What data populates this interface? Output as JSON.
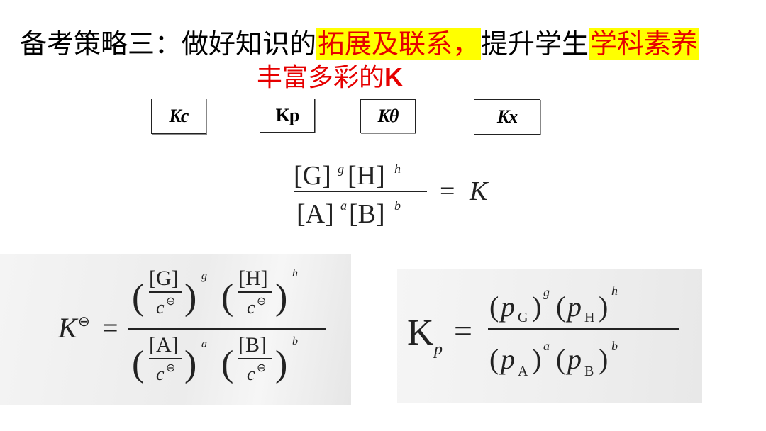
{
  "title": {
    "prefix": "备考策略三：做好知识的",
    "highlight1": "拓展及联系，",
    "middle": "提升学生",
    "highlight2": "学科素养"
  },
  "subtitle": {
    "text": "丰富多彩的",
    "k": "K"
  },
  "k_boxes": [
    {
      "label": "Kc"
    },
    {
      "label": "Kp"
    },
    {
      "label": "Kθ"
    },
    {
      "label": "Kx"
    }
  ],
  "colors": {
    "highlight_bg": "#ffff00",
    "accent_red": "#e60000",
    "photo_gray": "#ededed"
  },
  "formulas": {
    "kc": {
      "numerator": "[G]^g [H]^h",
      "denominator": "[A]^a [B]^b",
      "rhs": "K"
    },
    "ktheta": {
      "lhs": "K⊖",
      "numerator": "([G]/c⊖)^g ([H]/c⊖)^h",
      "denominator": "([A]/c⊖)^a ([B]/c⊖)^b"
    },
    "kp": {
      "lhs": "K_p",
      "numerator": "(p_G)^g (p_H)^h",
      "denominator": "(p_A)^a (p_B)^b"
    }
  }
}
